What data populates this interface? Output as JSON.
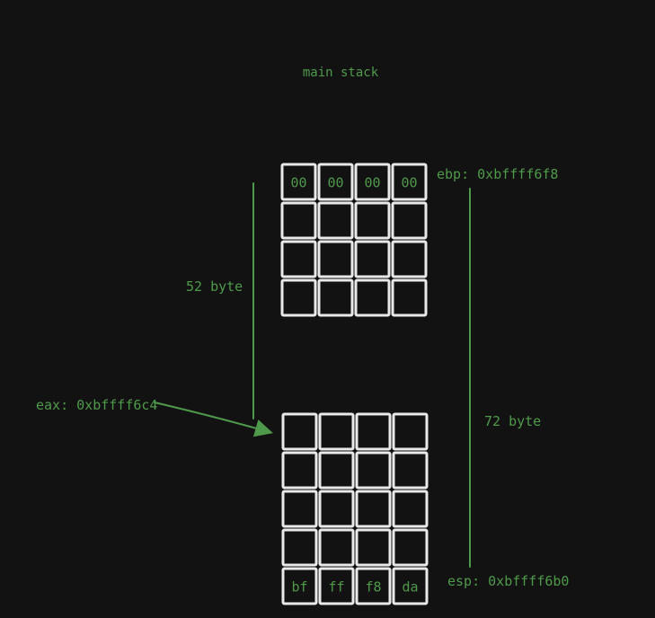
{
  "title": "main stack",
  "colors": {
    "background": "#121212",
    "grid": "#e9e9e9",
    "annotation": "#4f9a4a"
  },
  "top_block": {
    "rows": 4,
    "cols": 4,
    "first_row_bytes": [
      "00",
      "00",
      "00",
      "00"
    ],
    "register_label": "ebp: 0xbffff6f8"
  },
  "bottom_block": {
    "rows": 5,
    "cols": 4,
    "last_row_bytes": [
      "bf",
      "ff",
      "f8",
      "da"
    ],
    "register_label": "esp: 0xbffff6b0"
  },
  "eax_label": "eax: 0xbffff6c4",
  "span_52_label": "52 byte",
  "span_72_label": "72 byte"
}
